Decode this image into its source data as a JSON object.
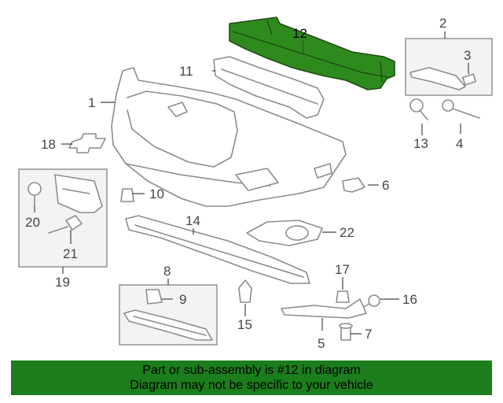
{
  "diagram": {
    "highlight_color": "#2f8a1e",
    "callouts": {
      "c1": "1",
      "c2": "2",
      "c3": "3",
      "c4": "4",
      "c5": "5",
      "c6": "6",
      "c7": "7",
      "c8": "8",
      "c9": "9",
      "c10": "10",
      "c11": "11",
      "c12": "12",
      "c13": "13",
      "c14": "14",
      "c15": "15",
      "c16": "16",
      "c17": "17",
      "c18": "18",
      "c19": "19",
      "c20": "20",
      "c21": "21",
      "c22": "22"
    }
  },
  "footer": {
    "line1": "Part or sub-assembly is #12 in diagram",
    "line2": "Diagram may not be specific to your vehicle",
    "background": "#1b7d1b"
  }
}
